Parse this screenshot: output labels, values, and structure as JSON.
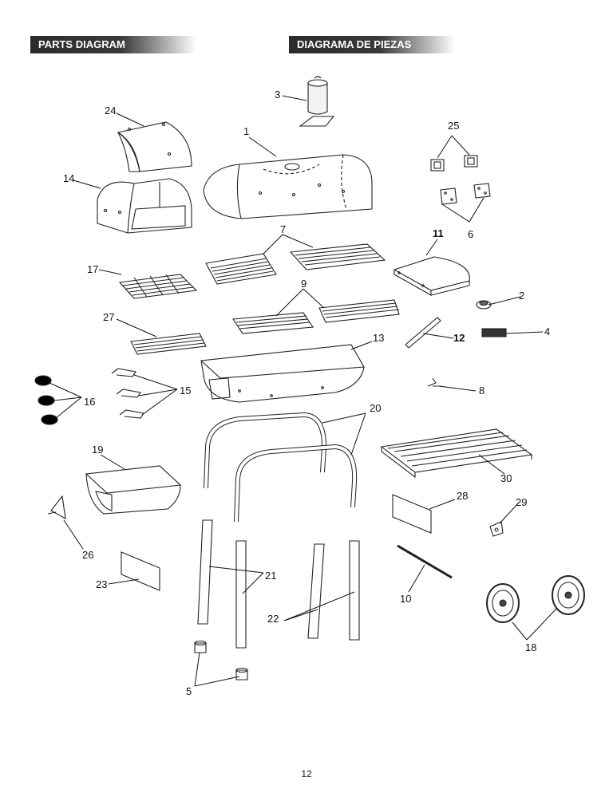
{
  "headers": {
    "english": "PARTS DIAGRAM",
    "spanish": "DIAGRAMA DE PIEZAS"
  },
  "callouts": {
    "p1": "1",
    "p2": "2",
    "p3": "3",
    "p4": "4",
    "p5": "5",
    "p6": "6",
    "p7": "7",
    "p8": "8",
    "p9": "9",
    "p10": "10",
    "p11": "11",
    "p12": "12",
    "p13": "13",
    "p14": "14",
    "p15": "15",
    "p16": "16",
    "p17": "17",
    "p18": "18",
    "p19": "19",
    "p20": "20",
    "p21": "21",
    "p22": "22",
    "p23": "23",
    "p24": "24",
    "p25": "25",
    "p26": "26",
    "p27": "27",
    "p28": "28",
    "p29": "29",
    "p30": "30"
  },
  "page_number": "12"
}
